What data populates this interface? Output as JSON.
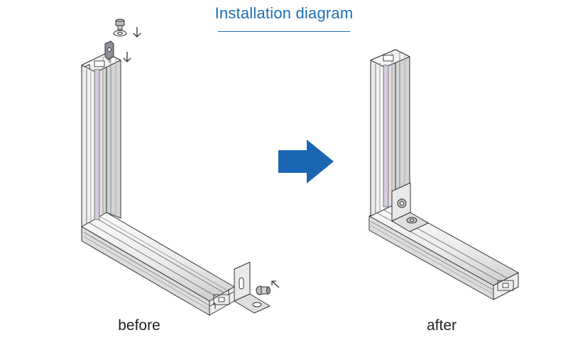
{
  "title": "Installation diagram",
  "captions": {
    "before": "before",
    "after": "after"
  },
  "colors": {
    "title": "#1f6fb5",
    "arrow": "#1a66b3",
    "profile_fill": "#f1f1f1",
    "profile_shade": "#cfcfcf",
    "groove_accent": "#d6cbe0",
    "bracket_fill": "#e9e9e9",
    "part_fill": "#8a8f99",
    "line": "#333333"
  }
}
